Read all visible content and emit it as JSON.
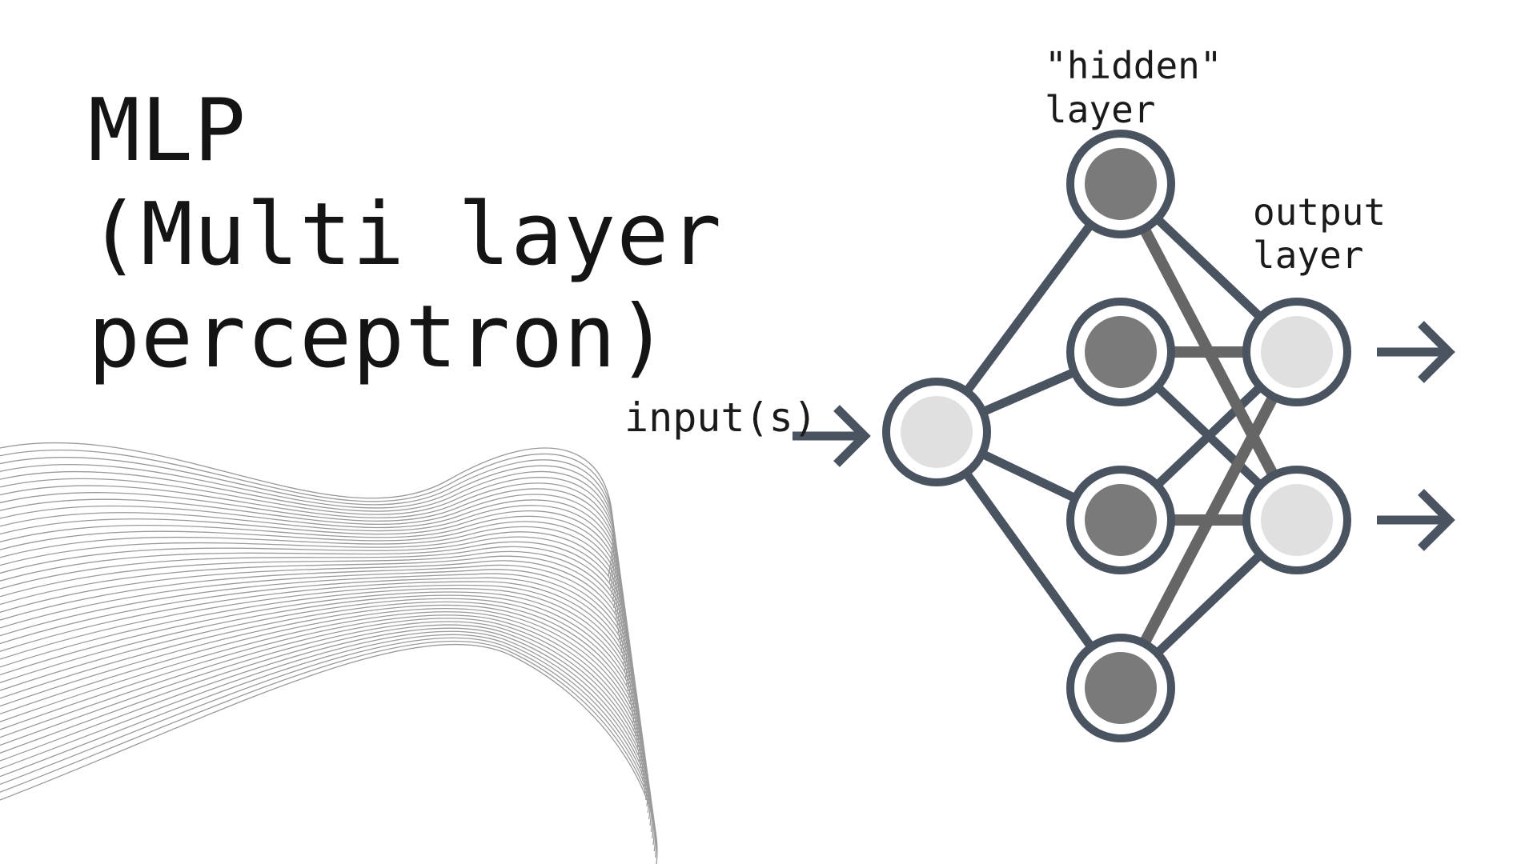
{
  "title": {
    "line1": "MLP",
    "line2": "(Multi layer",
    "line3": "perceptron)"
  },
  "labels": {
    "input": "input(s)",
    "hidden_line1": "\"hidden\"",
    "hidden_line2": "layer",
    "output_line1": "output",
    "output_line2": "layer"
  },
  "network": {
    "layers": [
      {
        "name": "input",
        "nodes": 1
      },
      {
        "name": "hidden",
        "nodes": 4
      },
      {
        "name": "output",
        "nodes": 2
      }
    ],
    "input_arrows": 1,
    "output_arrows": 2
  },
  "colors": {
    "title_text": "#141414",
    "edge": "#4a5360",
    "highlight_edge": "#666666",
    "hidden_fill": "#7a7a7a",
    "io_fill": "#e0e0e0",
    "ring_fill": "#ffffff",
    "wave_stroke": "#9a9a9a"
  }
}
